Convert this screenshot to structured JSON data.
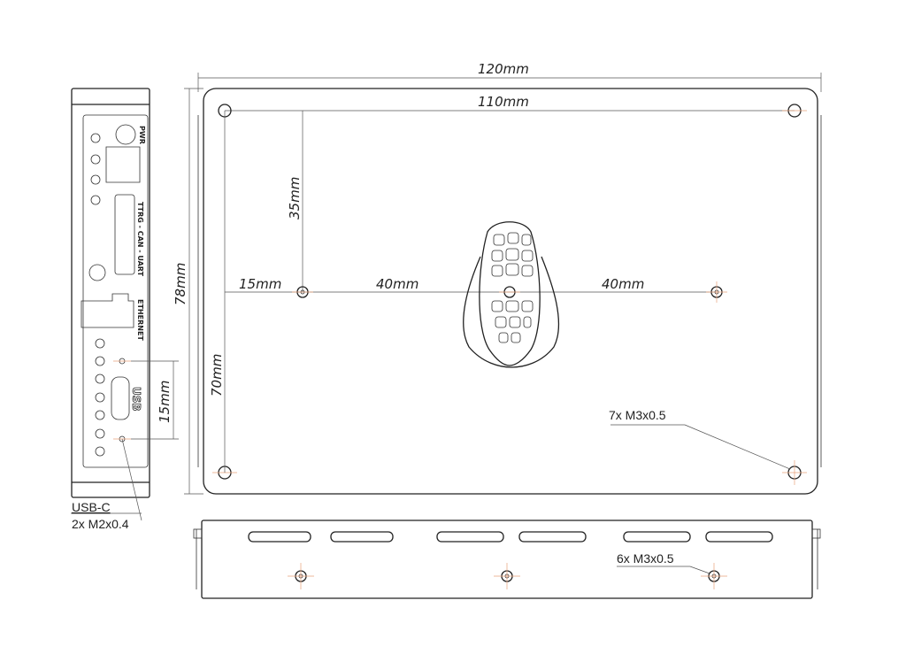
{
  "dimensions": {
    "overall_width": "120mm",
    "hole_span_width": "110mm",
    "overall_height": "78mm",
    "vertical_35": "35mm",
    "vertical_70": "70mm",
    "offset_15": "15mm",
    "center_left": "40mm",
    "center_right": "40mm",
    "usb_spacing": "15mm"
  },
  "callouts": {
    "top_holes": "7x M3x0.5",
    "bottom_holes": "6x M3x0.5",
    "usb_connector": "USB-C",
    "usb_screws": "2x M2x0.4"
  },
  "side_labels": {
    "power": "PWR",
    "bus": "TTRG - CAN - UART",
    "ethernet": "ETHERNET",
    "usb": "USB"
  }
}
